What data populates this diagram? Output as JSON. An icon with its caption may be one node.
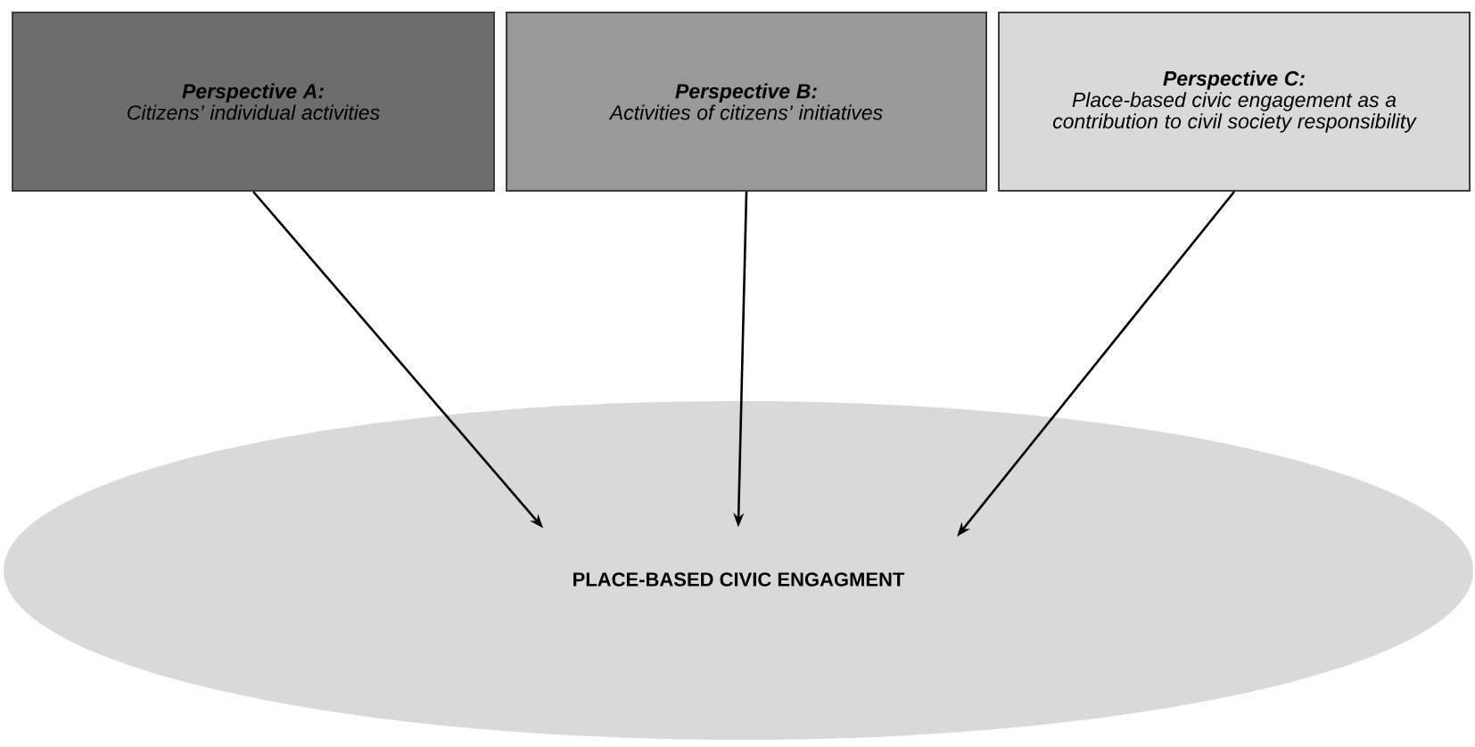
{
  "diagram": {
    "nodes": [
      {
        "text": [
          "Perspective A:",
          "Citizens’ individual activities"
        ]
      },
      {
        "text": [
          "Perspective B:",
          "Activities of citizens’ initiatives"
        ]
      },
      {
        "text": [
          "Perspective C:",
          "Place-based civic engagement as a contribution to civil society responsibility"
        ]
      },
      {
        "text": [
          "PLACE-BASED CIVIC ENGAGMENT"
        ]
      }
    ],
    "edges": [
      {
        "from": 0,
        "to": 3,
        "arrow": "to"
      },
      {
        "from": 1,
        "to": 3,
        "arrow": "to"
      },
      {
        "from": 2,
        "to": 3,
        "arrow": "to"
      }
    ]
  }
}
